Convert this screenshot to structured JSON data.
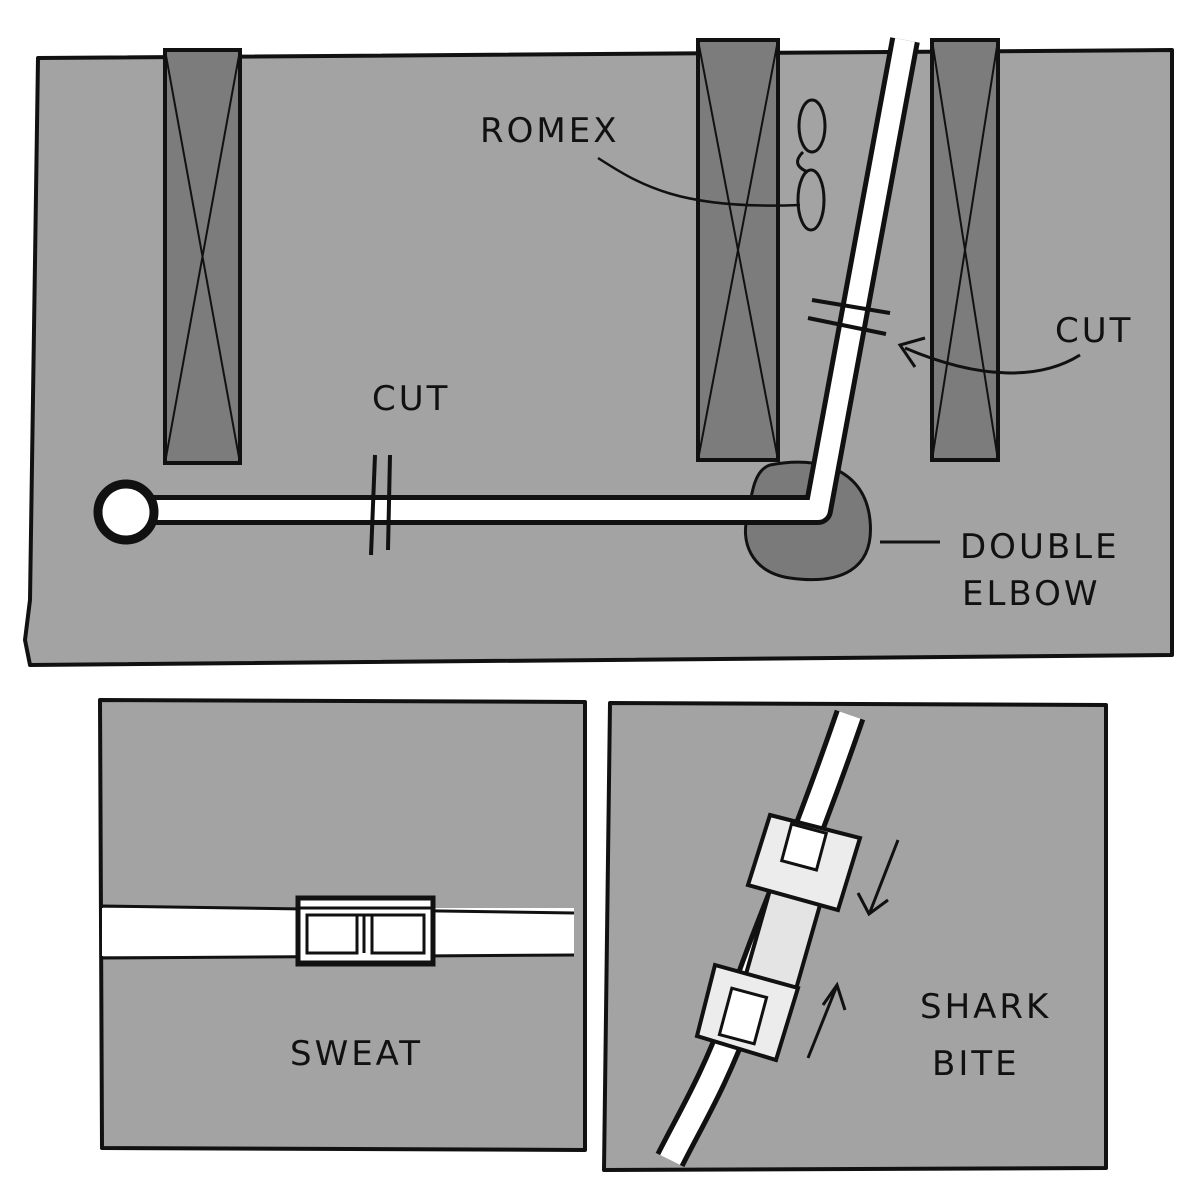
{
  "colors": {
    "panel_fill": "#a3a3a3",
    "stud_fill": "#7c7c7c",
    "elbow_fill": "#7a7a7a",
    "pipe_fill": "#ffffff",
    "ink": "#111111",
    "background": "#ffffff"
  },
  "top_panel": {
    "labels": {
      "romex": "ROMEX",
      "cut_left": "CUT",
      "cut_right": "CUT",
      "double_elbow_line1": "DOUBLE",
      "double_elbow_line2": "ELBOW"
    }
  },
  "sweat_panel": {
    "label": "SWEAT"
  },
  "sharkbite_panel": {
    "label_line1": "SHARK",
    "label_line2": "BITE"
  }
}
